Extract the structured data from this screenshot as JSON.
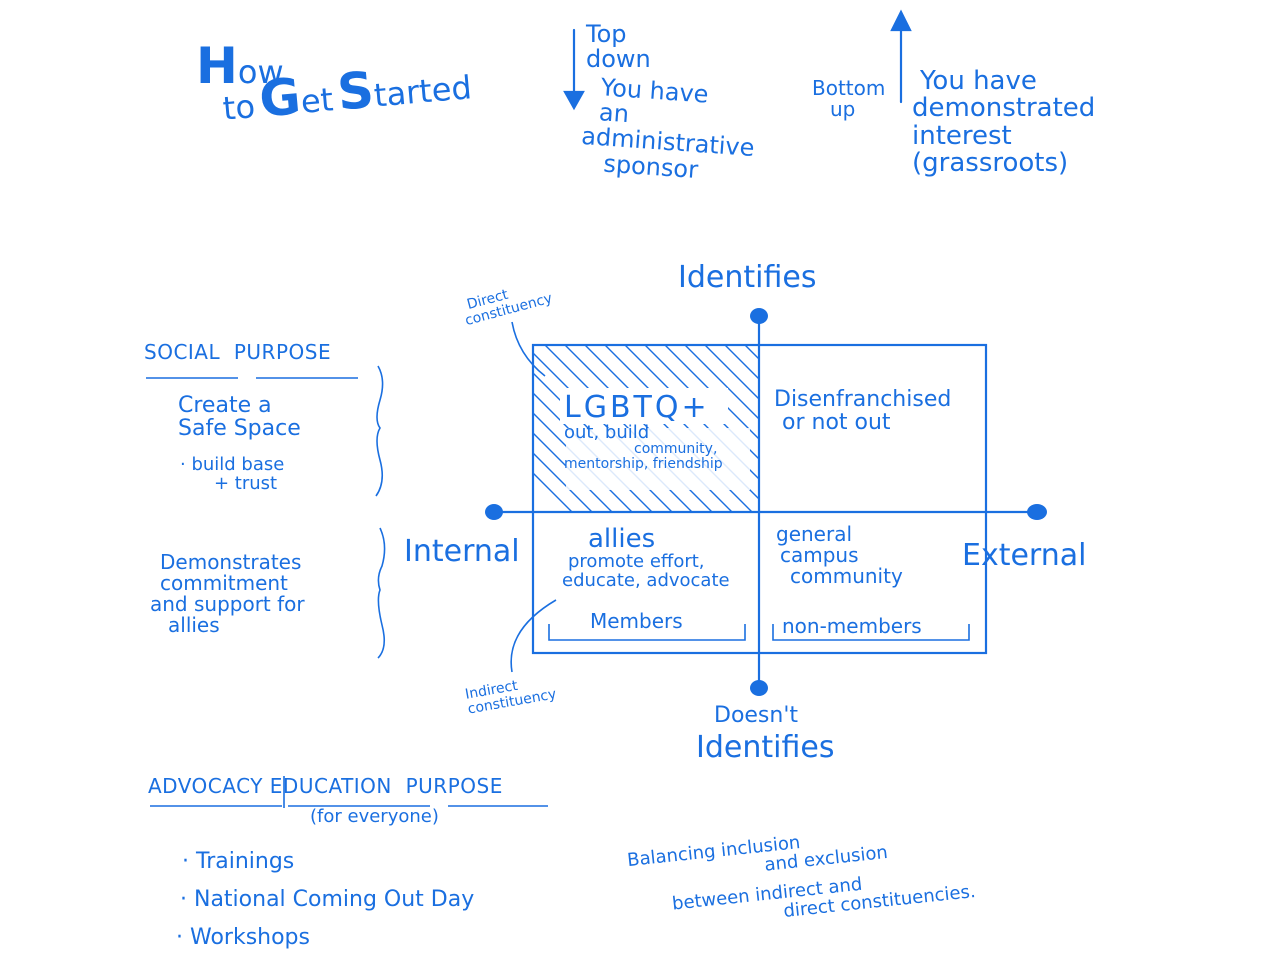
{
  "title": {
    "h": "H",
    "ow": "ow",
    "to": "to",
    "g": "G",
    "et": "et",
    "s": "S",
    "tarted": "tarted"
  },
  "topdown": {
    "label_1": "Top",
    "label_2": "down",
    "desc_1": "You have",
    "desc_2": "an",
    "desc_3": "administrative",
    "desc_4": "sponsor"
  },
  "bottomup": {
    "label_1": "Bottom",
    "label_2": "up",
    "desc_1": "You have",
    "desc_2": "demonstrated",
    "desc_3": "interest",
    "desc_4": "(grassroots)"
  },
  "axes": {
    "top": "Identifies",
    "bottom_1": "Doesn't",
    "bottom_2": "Identifies",
    "left": "Internal",
    "right": "External"
  },
  "quadrants": {
    "top_left": {
      "title": "LGBTQ+",
      "line_1": "out, build",
      "line_2": "community,",
      "line_3": "mentorship, friendship"
    },
    "top_right": {
      "line_1": "Disenfranchised",
      "line_2": "or not out"
    },
    "bottom_left": {
      "title": "allies",
      "line_1": "promote effort,",
      "line_2": "educate, advocate",
      "bracket": "Members"
    },
    "bottom_right": {
      "line_1": "general",
      "line_2": "campus",
      "line_3": "community",
      "bracket": "non-members"
    }
  },
  "annotations": {
    "direct_1": "Direct",
    "direct_2": "constituency",
    "indirect_1": "Indirect",
    "indirect_2": "constituency"
  },
  "social": {
    "heading_1": "SOCIAL",
    "heading_2": "PURPOSE",
    "item_1a": "Create a",
    "item_1b": "Safe Space",
    "item_2a": "· build base",
    "item_2b": "+ trust",
    "item_3a": "Demonstrates",
    "item_3b": "commitment",
    "item_3c": "and support for",
    "item_3d": "allies"
  },
  "advocacy": {
    "heading_1": "ADVOCACY",
    "heading_2": "EDUCATION",
    "heading_3": "PURPOSE",
    "sub": "(for everyone)",
    "items": [
      "· Trainings",
      "· National Coming Out Day",
      "· Workshops"
    ]
  },
  "balance": {
    "line_1": "Balancing inclusion",
    "line_2": "and exclusion",
    "line_3": "between indirect and",
    "line_4": "direct constituencies."
  },
  "colors": {
    "ink": "#1a6fe0",
    "background": "#ffffff"
  }
}
